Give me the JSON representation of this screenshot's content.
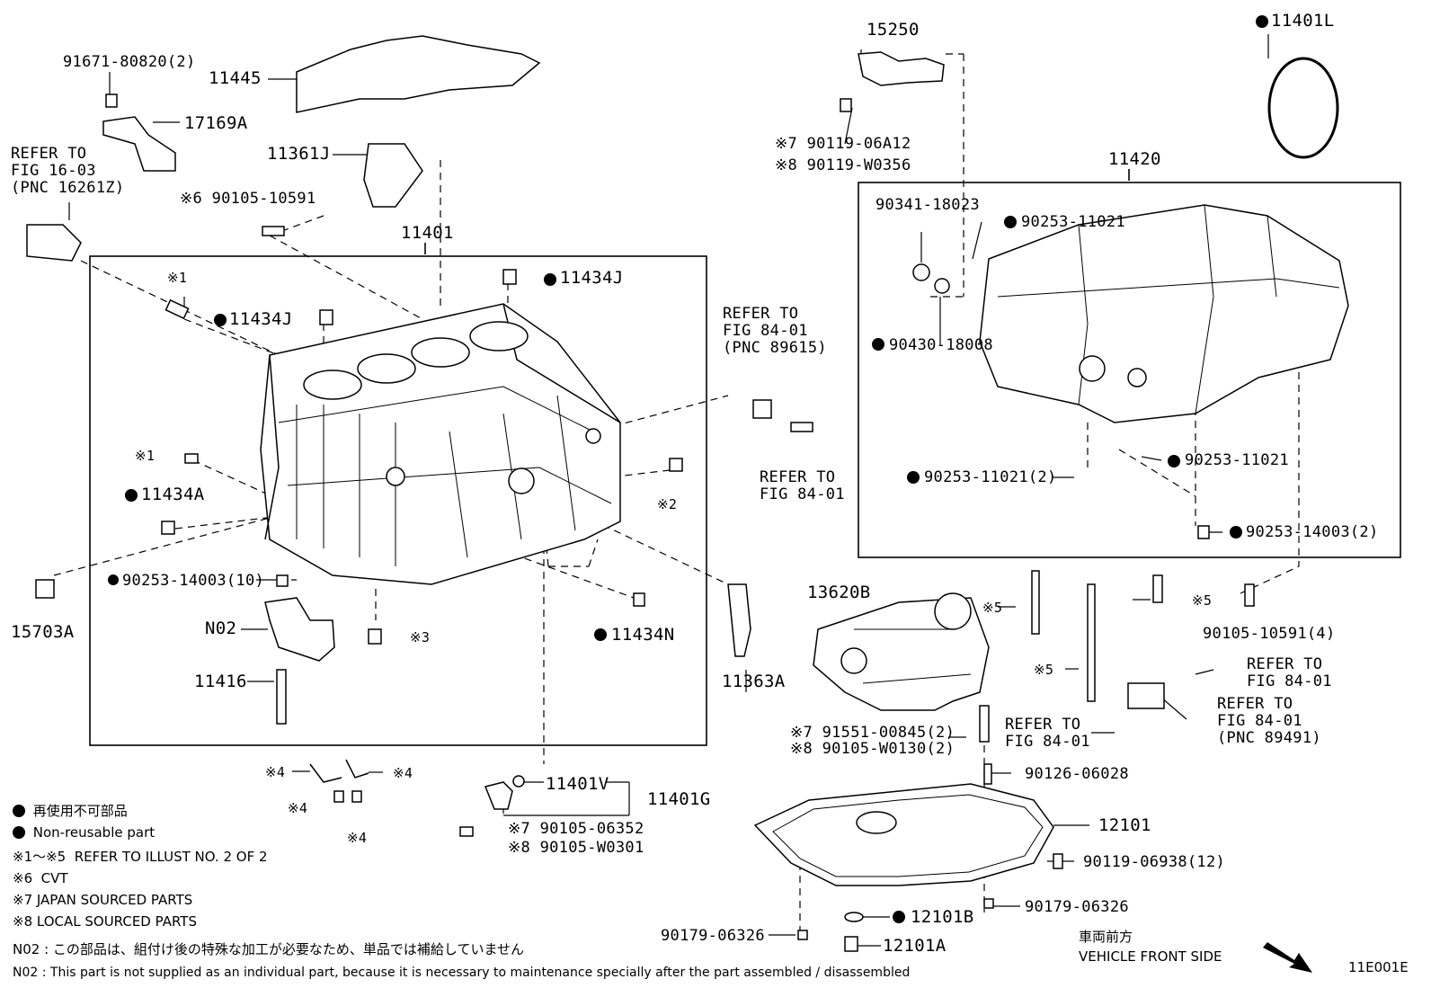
{
  "parts": {
    "p91671": "91671-80820(2)",
    "p11445": "11445",
    "p17169A": "17169A",
    "refer1603": "REFER TO\nFIG 16-03\n(PNC 16261Z)",
    "p11361J": "11361J",
    "p90105_10591": "※6 90105-10591",
    "p11401": "11401",
    "s1a": "※1",
    "p11434J_a": "11434J",
    "p11434J_b": "11434J",
    "s1b": "※1",
    "p11434A": "11434A",
    "p90253_14003_10": "90253-14003(10)",
    "p15703A": "15703A",
    "pN02": "N02",
    "p11416": "11416",
    "s3": "※3",
    "s2": "※2",
    "p11434N": "11434N",
    "refer8401_pnc89615": "REFER TO\nFIG 84-01\n(PNC 89615)",
    "refer8401_a": "REFER TO\nFIG 84-01",
    "p11363A": "11363A",
    "p15250": "15250",
    "p90119_06A12": "※7 90119-06A12",
    "p90119_W0356": "※8 90119-W0356",
    "p11401L": "11401L",
    "p11420": "11420",
    "p90341_18023": "90341-18023",
    "p90253_11021_a": "90253-11021",
    "p90430_18008": "90430-18008",
    "p90253_11021_b": "90253-11021",
    "p90253_11021_2": "90253-11021(2)",
    "p90253_14003_2": "90253-14003(2)",
    "p13620B": "13620B",
    "s5a": "※5",
    "s5b": "※5",
    "s5c": "※5",
    "p90105_10591_4": "90105-10591(4)",
    "refer8401_b": "REFER TO\nFIG 84-01",
    "refer8401_pnc89491": "REFER TO\nFIG 84-01\n(PNC 89491)",
    "p91551_00845": "※7 91551-00845(2)",
    "p90105_W0130": "※8 90105-W0130(2)",
    "refer8401_c": "REFER TO\nFIG 84-01",
    "p90126_06028": "90126-06028",
    "s4a": "※4",
    "s4b": "※4",
    "s4c": "※4",
    "s4d": "※4",
    "p11401V": "11401V",
    "p11401G": "11401G",
    "p90105_06352": "※7 90105-06352",
    "p90105_W0301": "※8 90105-W0301",
    "p12101": "12101",
    "p90119_06938": "90119-06938(12)",
    "p90179_06326_a": "90179-06326",
    "p12101B": "12101B",
    "p90179_06326_b": "90179-06326",
    "p12101A": "12101A"
  },
  "legend": {
    "jp": "再使用不可部品",
    "en": "Non-reusable part",
    "note15": "※1～※5  REFER TO ILLUST NO. 2 OF 2",
    "note6": "※6  CVT",
    "note7": "※7 JAPAN SOURCED PARTS",
    "note8": "※8 LOCAL SOURCED PARTS",
    "n02_jp": "N02 : この部品は、組付け後の特殊な加工が必要なため、単品では補給していません",
    "n02_en": "N02 : This part is not supplied as an individual part, because it is necessary to maintenance specially after the part assembled / disassembled"
  },
  "front": {
    "jp": "車両前方",
    "en": "VEHICLE FRONT SIDE"
  },
  "code": "11E001E"
}
